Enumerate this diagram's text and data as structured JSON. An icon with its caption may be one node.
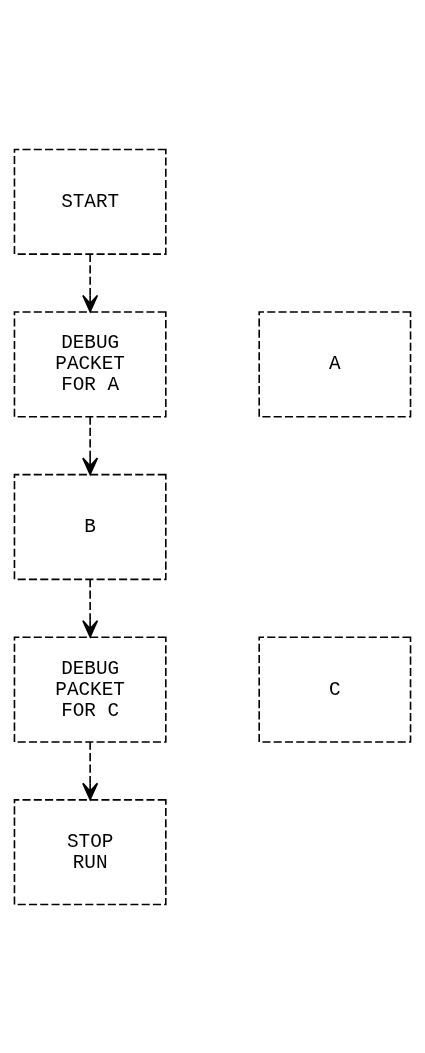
{
  "diagram": {
    "nodes": [
      {
        "text": [
          "START"
        ]
      },
      {
        "text": [
          "A"
        ]
      },
      {
        "text": [
          "DEBUG PACKET FOR A"
        ]
      },
      {
        "text": [
          "B"
        ]
      },
      {
        "text": [
          "C"
        ]
      },
      {
        "text": [
          "DEBUG PACKET FOR C"
        ]
      },
      {
        "text": [
          "STOP RUN"
        ]
      }
    ],
    "edges": [
      {
        "from": 0,
        "to": 2,
        "arrow": "to",
        "style": "dashed"
      },
      {
        "from": 2,
        "to": 3,
        "arrow": "to",
        "style": "dashed"
      },
      {
        "from": 3,
        "to": 5,
        "arrow": "to",
        "style": "dashed"
      },
      {
        "from": 5,
        "to": 6,
        "arrow": "to",
        "style": "dashed"
      }
    ]
  }
}
